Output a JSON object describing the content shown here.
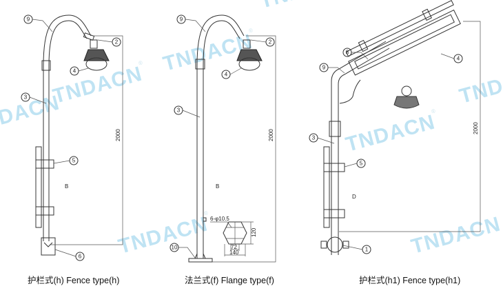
{
  "watermark": {
    "text": "TNDACN",
    "mark": "®",
    "color": "#bfe3f3"
  },
  "figures": [
    {
      "caption": "护栏式(h) Fence type(h)",
      "dimension": "2000",
      "zone_label": "B",
      "callouts": [
        "9",
        "2",
        "4",
        "3",
        "5",
        "6"
      ]
    },
    {
      "caption": "法兰式(f) Flange type(f)",
      "dimension": "2000",
      "zone_label": "B",
      "callouts": [
        "9",
        "2",
        "4",
        "3",
        "10"
      ],
      "flange": {
        "holes": "6-φ10.5",
        "height": "120",
        "inner": "72",
        "width": "140"
      }
    },
    {
      "caption": "护栏式(h1) Fence type(h1)",
      "dimension": "2000",
      "zone_label": "D",
      "callouts": [
        "8",
        "9",
        "4",
        "3",
        "5",
        "1"
      ]
    }
  ]
}
